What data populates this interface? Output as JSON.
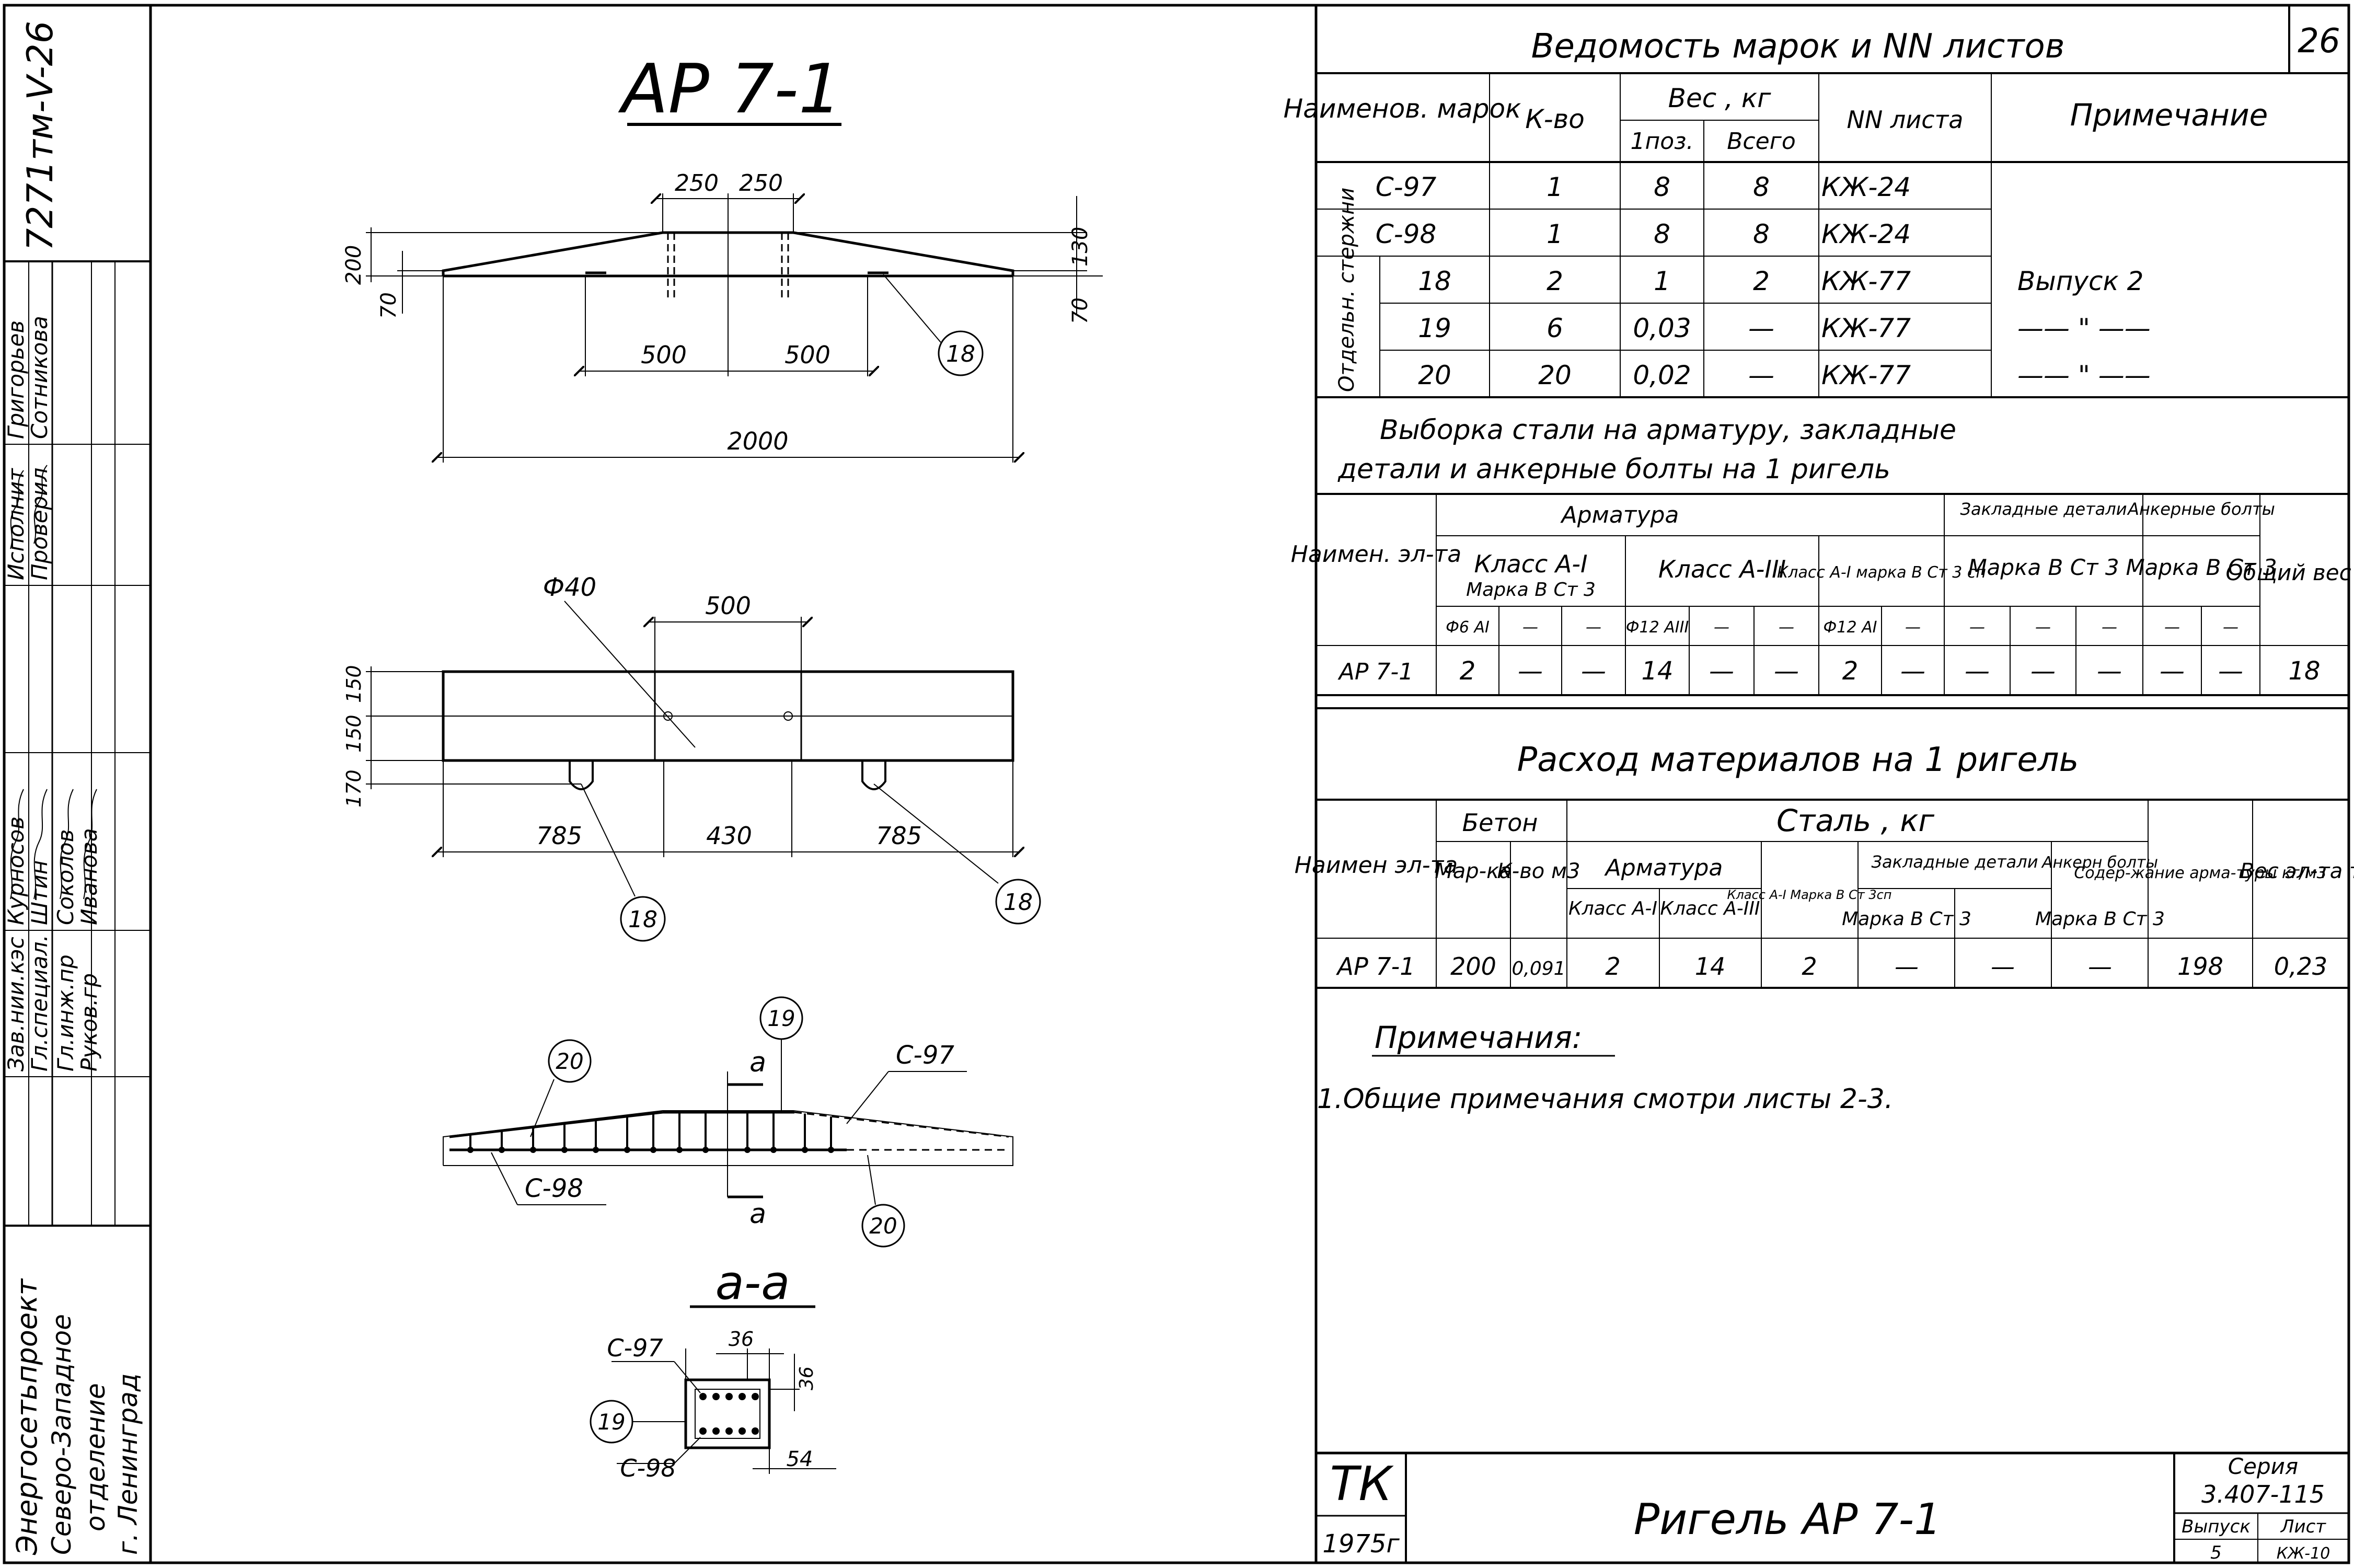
{
  "stamp": {
    "code": "7271тм-V-26",
    "org": [
      "Энергосетьпроект",
      "Северо-Западное",
      "отделение",
      "г. Ленинград"
    ],
    "staff": [
      {
        "role": "Исполнит",
        "name": "Григорьев"
      },
      {
        "role": "Проверил",
        "name": "Сотникова"
      },
      {
        "role": "Зав.нии.кэс",
        "name": "Курносов"
      },
      {
        "role": "Гл.специал.",
        "name": "Штин"
      },
      {
        "role": "Гл.инж.пр",
        "name": "Соколов"
      },
      {
        "role": "Руков.гр",
        "name": "Иванова"
      }
    ]
  },
  "drawing": {
    "title": "АР 7-1",
    "elev": {
      "d250a": "250",
      "d250b": "250",
      "h200": "200",
      "h70l": "70",
      "h130": "130",
      "h70r": "70",
      "d500a": "500",
      "d500b": "500",
      "d2000": "2000",
      "mark18": "18"
    },
    "plan": {
      "phi": "Ф40",
      "d500": "500",
      "h150a": "150",
      "h150b": "150",
      "h170": "170",
      "d785a": "785",
      "d430": "430",
      "d785b": "785",
      "mark18a": "18",
      "mark18b": "18"
    },
    "rebar": {
      "m20a": "20",
      "m19": "19",
      "m20b": "20",
      "c97": "С-97",
      "c98": "С-98",
      "sec_a_top": "а",
      "sec_a_bot": "а"
    },
    "section": {
      "title": "а-а",
      "c97": "С-97",
      "c98": "С-98",
      "m19": "19",
      "d36a": "36",
      "d36b": "36",
      "d54": "54"
    }
  },
  "sheet_no": "26",
  "marks_table": {
    "title": "Ведомость марок и NN листов",
    "headers": {
      "name": "Наименов. марок",
      "qty": "К-во",
      "weight": "Вес , кг",
      "w1": "1поз.",
      "wall": "Всего",
      "sheet": "NN листа",
      "note": "Примечание"
    },
    "group_label": "Отдельн. стержни",
    "rows": [
      {
        "name": "С-97",
        "qty": "1",
        "w1": "8",
        "wall": "8",
        "sheet": "КЖ-24",
        "note": ""
      },
      {
        "name": "С-98",
        "qty": "1",
        "w1": "8",
        "wall": "8",
        "sheet": "КЖ-24",
        "note": ""
      },
      {
        "name": "18",
        "qty": "2",
        "w1": "1",
        "wall": "2",
        "sheet": "КЖ-77",
        "note": "Выпуск 2"
      },
      {
        "name": "19",
        "qty": "6",
        "w1": "0,03",
        "wall": "—",
        "sheet": "КЖ-77",
        "note": "—— \" ——"
      },
      {
        "name": "20",
        "qty": "20",
        "w1": "0,02",
        "wall": "—",
        "sheet": "КЖ-77",
        "note": "—— \" ——"
      }
    ]
  },
  "steel_table": {
    "title1": "Выборка стали на арматуру, закладные",
    "title2": "детали и анкерные болты на 1 ригель",
    "h_name": "Наимен. эл-та",
    "h_arm": "Арматура",
    "h_cls1": "Класс А-I",
    "h_cls1b": "Марка В Ст 3",
    "h_cls3": "Класс А-III",
    "h_cls1c": "Класс А-I марка В Ст 3 сп",
    "h_emb": "Закладные детали",
    "h_emb_m": "Марка В Ст 3",
    "h_anc": "Анкерные болты",
    "h_anc_m": "Марка В Ст 3",
    "h_total": "Общий вес кг",
    "diam": [
      "Ф6 AI",
      "—",
      "—",
      "Ф12 AIII",
      "—",
      "—",
      "Ф12 AI",
      "—",
      "—",
      "—",
      "—",
      "—",
      "—"
    ],
    "row": [
      "АР 7-1",
      "2",
      "—",
      "—",
      "14",
      "—",
      "—",
      "2",
      "—",
      "—",
      "—",
      "—",
      "—",
      "—",
      "18"
    ]
  },
  "material_table": {
    "title": "Расход материалов на 1 ригель",
    "h_name": "Наимен эл-та",
    "h_concrete": "Бетон",
    "h_grade": "Мар-ка",
    "h_vol": "К-во м3",
    "h_steel": "Сталь , кг",
    "h_arm": "Арматура",
    "h_a1": "Класс А-I",
    "h_a3": "Класс А-III",
    "h_a1sp": "Класс А-I Марка В Ст 3сп",
    "h_emb": "Закладные детали",
    "h_emb_m": "Марка В Ст 3",
    "h_anc": "Анкерн болты",
    "h_anc_m": "Марка В Ст 3",
    "h_content": "Содер-жание арма-туры кг/м3",
    "h_weight": "Вес эл-та т",
    "row": [
      "АР 7-1",
      "200",
      "0,091",
      "2",
      "14",
      "2",
      "—",
      "—",
      "—",
      "198",
      "0,23"
    ]
  },
  "notes": {
    "title": "Примечания:",
    "items": [
      "1.Общие примечания смотри листы 2-3."
    ]
  },
  "title_block": {
    "org": "ТК",
    "year": "1975г",
    "name": "Ригель АР 7-1",
    "series_label": "Серия",
    "series": "3.407-115",
    "issue_label": "Выпуск",
    "sheet_label": "Лист",
    "issue": "5",
    "sheet": "КЖ-10"
  }
}
